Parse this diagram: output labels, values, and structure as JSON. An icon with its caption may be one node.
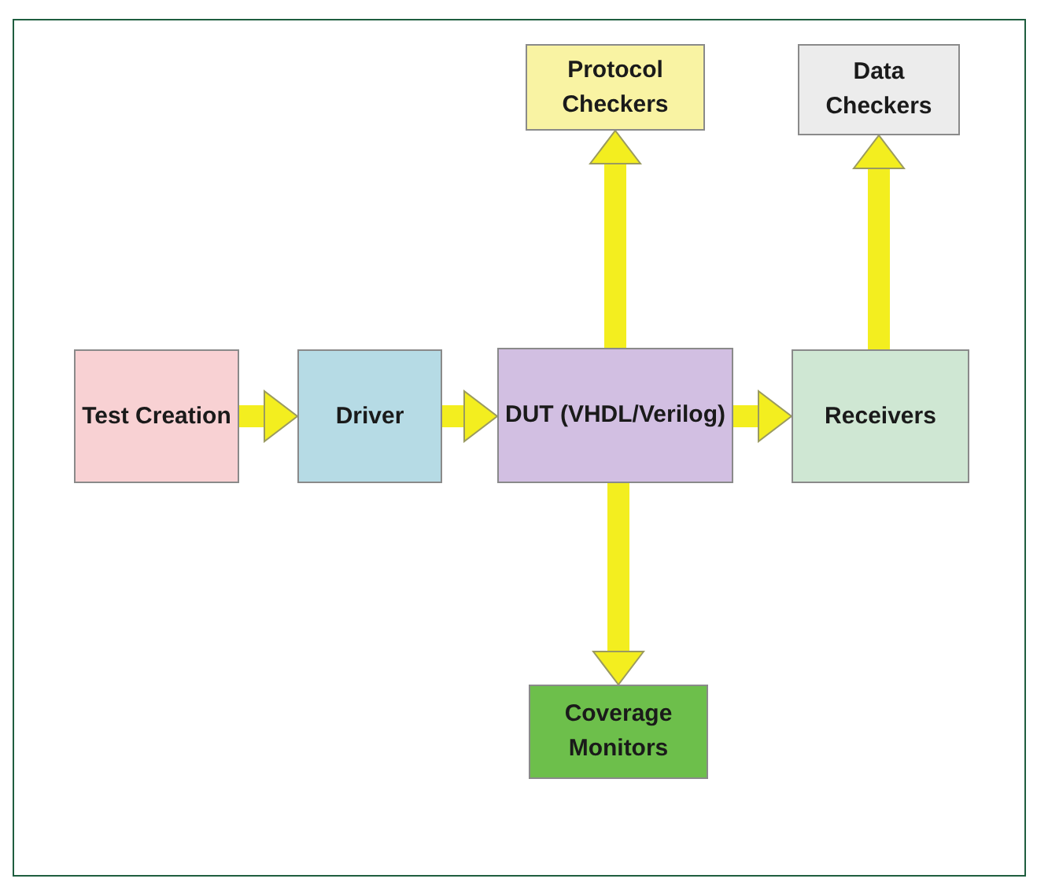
{
  "diagram": {
    "nodes": [
      {
        "text": [
          "Protocol Checkers"
        ]
      },
      {
        "text": [
          "Data Checkers"
        ]
      },
      {
        "text": [
          "Test Creation"
        ]
      },
      {
        "text": [
          "Driver"
        ]
      },
      {
        "text": [
          "DUT (VHDL/Verilog)"
        ]
      },
      {
        "text": [
          "Receivers"
        ]
      },
      {
        "text": [
          "Coverage Monitors"
        ]
      }
    ],
    "edges": [
      {
        "from": 2,
        "to": 3,
        "arrow": "to"
      },
      {
        "from": 3,
        "to": 4,
        "arrow": "to"
      },
      {
        "from": 4,
        "to": 5,
        "arrow": "to"
      },
      {
        "from": 4,
        "to": 0,
        "arrow": "to"
      },
      {
        "from": 5,
        "to": 1,
        "arrow": "to"
      },
      {
        "from": 4,
        "to": 6,
        "arrow": "to"
      }
    ]
  }
}
